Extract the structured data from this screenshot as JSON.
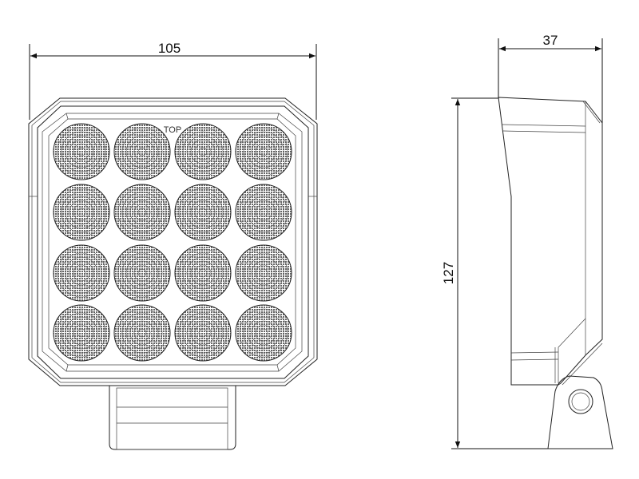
{
  "front_view": {
    "width_dimension": "105",
    "orientation_label": "TOP",
    "led_grid": {
      "rows": 4,
      "columns": 4
    }
  },
  "side_view": {
    "depth_dimension": "37",
    "height_dimension": "127"
  },
  "colors": {
    "line": "#222222",
    "background": "#ffffff",
    "led_texture": "#555555"
  }
}
